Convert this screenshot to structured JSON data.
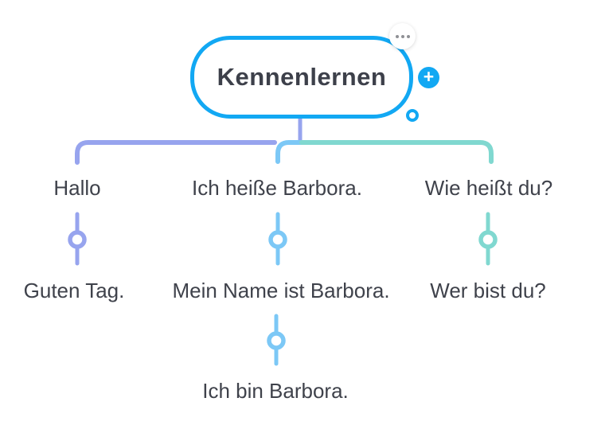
{
  "app": {
    "type": "mind-map-canvas"
  },
  "root": {
    "label": "Kennenlernen"
  },
  "controls": {
    "more_options_icon": "ellipsis (three dots)",
    "add_child_label": "+",
    "connection_handle": "circle handle on node border"
  },
  "colors": {
    "accent_blue": "#12a8f3",
    "branch_periwinkle": "#97a4ee",
    "branch_lightblue": "#7cc8f6",
    "branch_teal": "#80d8d0",
    "text": "#3f424b",
    "root_text": "#3d404a",
    "dots_gray": "#8f9095",
    "background": "#ffffff"
  },
  "branches": [
    {
      "name": "greeting-branch",
      "color": "#97a4ee",
      "levels": [
        "Hallo",
        "Guten Tag."
      ]
    },
    {
      "name": "name-branch",
      "color": "#7cc8f6",
      "levels": [
        "Ich heiße Barbora.",
        "Mein Name ist Barbora.",
        "Ich bin Barbora."
      ]
    },
    {
      "name": "question-branch",
      "color": "#80d8d0",
      "levels": [
        "Wie heißt du?",
        "Wer bist du?"
      ]
    }
  ]
}
